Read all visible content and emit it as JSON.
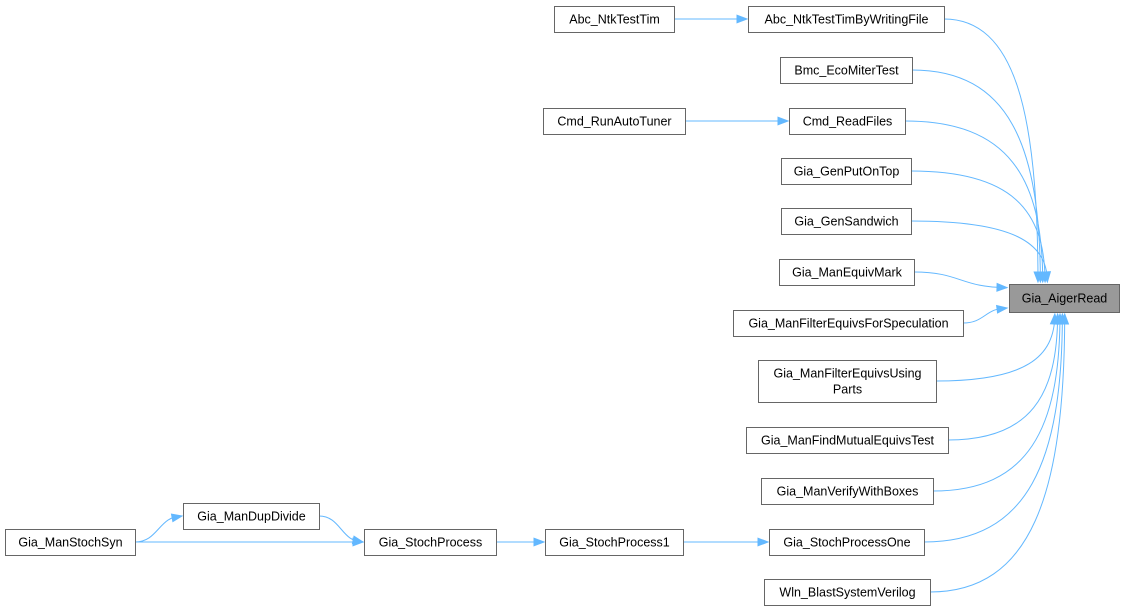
{
  "graph": {
    "root": "root",
    "accent_color": "#63b8ff",
    "root_fill": "#999999",
    "nodes": [
      {
        "id": "root",
        "lines": [
          "Gia_AigerRead"
        ]
      },
      {
        "id": "abc_wf",
        "lines": [
          "Abc_NtkTestTimByWritingFile"
        ]
      },
      {
        "id": "abc_tt",
        "lines": [
          "Abc_NtkTestTim"
        ]
      },
      {
        "id": "bmc",
        "lines": [
          "Bmc_EcoMiterTest"
        ]
      },
      {
        "id": "cmd_rf",
        "lines": [
          "Cmd_ReadFiles"
        ]
      },
      {
        "id": "cmd_rat",
        "lines": [
          "Cmd_RunAutoTuner"
        ]
      },
      {
        "id": "gpot",
        "lines": [
          "Gia_GenPutOnTop"
        ]
      },
      {
        "id": "gsw",
        "lines": [
          "Gia_GenSandwich"
        ]
      },
      {
        "id": "gmem",
        "lines": [
          "Gia_ManEquivMark"
        ]
      },
      {
        "id": "gmfes",
        "lines": [
          "Gia_ManFilterEquivsForSpeculation"
        ]
      },
      {
        "id": "gmfeup",
        "lines": [
          "Gia_ManFilterEquivsUsing",
          "Parts"
        ]
      },
      {
        "id": "gmfmet",
        "lines": [
          "Gia_ManFindMutualEquivsTest"
        ]
      },
      {
        "id": "gmvwb",
        "lines": [
          "Gia_ManVerifyWithBoxes"
        ]
      },
      {
        "id": "gspo",
        "lines": [
          "Gia_StochProcessOne"
        ]
      },
      {
        "id": "gsp1",
        "lines": [
          "Gia_StochProcess1"
        ]
      },
      {
        "id": "gsp",
        "lines": [
          "Gia_StochProcess"
        ]
      },
      {
        "id": "gmdd",
        "lines": [
          "Gia_ManDupDivide"
        ]
      },
      {
        "id": "gmss",
        "lines": [
          "Gia_ManStochSyn"
        ]
      },
      {
        "id": "wln",
        "lines": [
          "Wln_BlastSystemVerilog"
        ]
      }
    ],
    "edges": [
      {
        "from": "abc_tt",
        "to": "abc_wf"
      },
      {
        "from": "abc_wf",
        "to": "root"
      },
      {
        "from": "bmc",
        "to": "root"
      },
      {
        "from": "cmd_rat",
        "to": "cmd_rf"
      },
      {
        "from": "cmd_rf",
        "to": "root"
      },
      {
        "from": "gpot",
        "to": "root"
      },
      {
        "from": "gsw",
        "to": "root"
      },
      {
        "from": "gmem",
        "to": "root"
      },
      {
        "from": "gmfes",
        "to": "root"
      },
      {
        "from": "gmfeup",
        "to": "root"
      },
      {
        "from": "gmfmet",
        "to": "root"
      },
      {
        "from": "gmvwb",
        "to": "root"
      },
      {
        "from": "gspo",
        "to": "root"
      },
      {
        "from": "wln",
        "to": "root"
      },
      {
        "from": "gsp1",
        "to": "gspo"
      },
      {
        "from": "gsp",
        "to": "gsp1"
      },
      {
        "from": "gmdd",
        "to": "gsp"
      },
      {
        "from": "gmss",
        "to": "gmdd"
      },
      {
        "from": "gmss",
        "to": "gsp"
      }
    ]
  }
}
